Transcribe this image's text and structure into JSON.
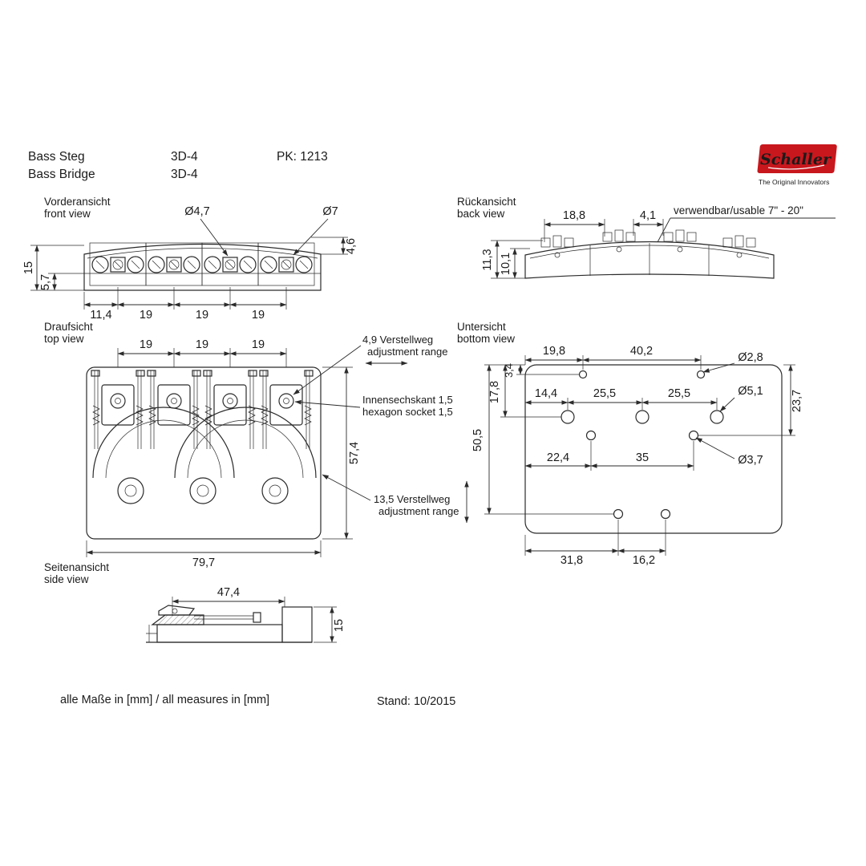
{
  "header": {
    "product_de": "Bass Steg",
    "product_en": "Bass Bridge",
    "model_de": "3D-4",
    "model_en": "3D-4",
    "pk": "PK: 1213"
  },
  "logo": {
    "brand": "Schaller",
    "tagline": "The Original Innovators",
    "color": "#c8171d"
  },
  "views": {
    "front": {
      "label_de": "Vorderansicht",
      "label_en": "front view",
      "dims": {
        "dia_47": "Ø4,7",
        "dia_7": "Ø7",
        "h_15": "15",
        "h_57": "5,7",
        "h_46": "4,6",
        "w_114": "11,4",
        "w_19": "19"
      }
    },
    "back": {
      "label_de": "Rückansicht",
      "label_en": "back view",
      "note": "verwendbar/usable 7\" - 20\"",
      "dims": {
        "w_188": "18,8",
        "w_41": "4,1",
        "h_113": "11,3",
        "h_101": "10,1"
      }
    },
    "top": {
      "label_de": "Draufsicht",
      "label_en": "top view",
      "dims": {
        "w_19": "19",
        "h_574": "57,4",
        "w_797": "79,7"
      },
      "ann_travel_h_1": "4,9 Verstellweg",
      "ann_travel_h_2": "adjustment range",
      "ann_hex_1": "Innensechskant  1,5",
      "ann_hex_2": "hexagon socket 1,5",
      "ann_travel_v_1": "13,5 Verstellweg",
      "ann_travel_v_2": "adjustment range"
    },
    "bottom": {
      "label_de": "Untersicht",
      "label_en": "bottom view",
      "dims": {
        "w_198": "19,8",
        "w_402": "40,2",
        "dia_28": "Ø2,8",
        "h_34": "3,4",
        "h_178": "17,8",
        "w_144": "14,4",
        "w_255": "25,5",
        "dia_51": "Ø5,1",
        "h_237": "23,7",
        "h_505": "50,5",
        "w_224": "22,4",
        "w_35": "35",
        "dia_37": "Ø3,7",
        "w_318": "31,8",
        "w_162": "16,2"
      }
    },
    "side": {
      "label_de": "Seitenansicht",
      "label_en": "side view",
      "dims": {
        "w_474": "47,4",
        "h_15": "15"
      }
    }
  },
  "footer": {
    "units_note": "alle Maße in [mm] / all measures in [mm]",
    "revision": "Stand: 10/2015"
  }
}
